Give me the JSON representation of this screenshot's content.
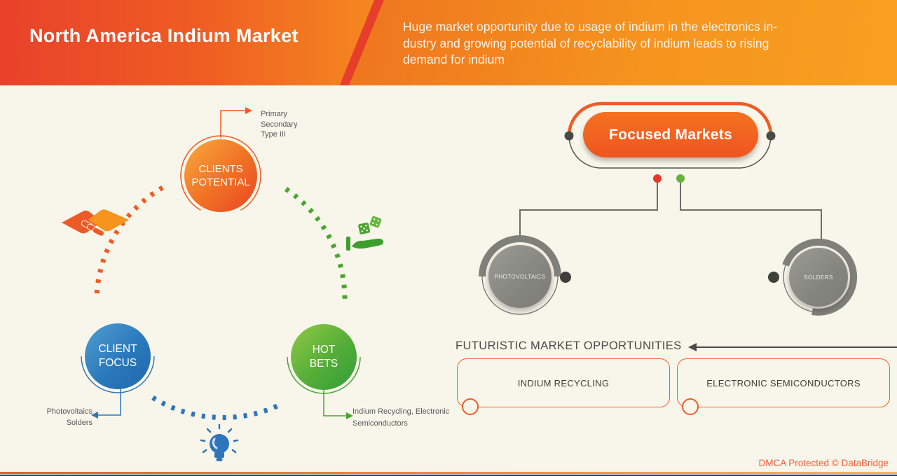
{
  "header": {
    "title": "North America Indium Market",
    "subtitle": "Huge market opportunity due to usage of indium in the electronics in-\ndustry and growing potential of recyclability of indium leads to rising\ndemand for indium"
  },
  "left_diagram": {
    "clients_potential": {
      "label": "CLIENTS\nPOTENTIAL",
      "note": "Primary\nSecondary\nType III"
    },
    "client_focus": {
      "label": "CLIENT\nFOCUS",
      "note": "Photovoltaics\nSolders"
    },
    "hot_bets": {
      "label": "HOT\nBETS",
      "note": "Indium Recycling, Electronic\nSemiconductors"
    },
    "icons": [
      "handshake-icon",
      "dice-hand-icon",
      "lightbulb-icon"
    ]
  },
  "right_diagram": {
    "root_label": "Focused Markets",
    "markets": [
      "PHOTOVOLTAICS",
      "SOLDERS"
    ],
    "opportunities": {
      "heading": "FUTURISTIC MARKET OPPORTUNITIES",
      "items": [
        "INDIUM RECYCLING",
        "ELECTRONIC SEMICONDUCTORS"
      ]
    }
  },
  "footer": {
    "dmca": "DMCA Protected © DataBridge"
  },
  "colors": {
    "accent_orange": "#f15a24",
    "header_red": "#e8422a",
    "header_orange": "#f6921e",
    "blue": "#2e75bb",
    "green": "#4aa52e",
    "gray_node": "#85857f",
    "cream_bg": "#f8f6ea",
    "navy_rule": "#2c3a63"
  }
}
